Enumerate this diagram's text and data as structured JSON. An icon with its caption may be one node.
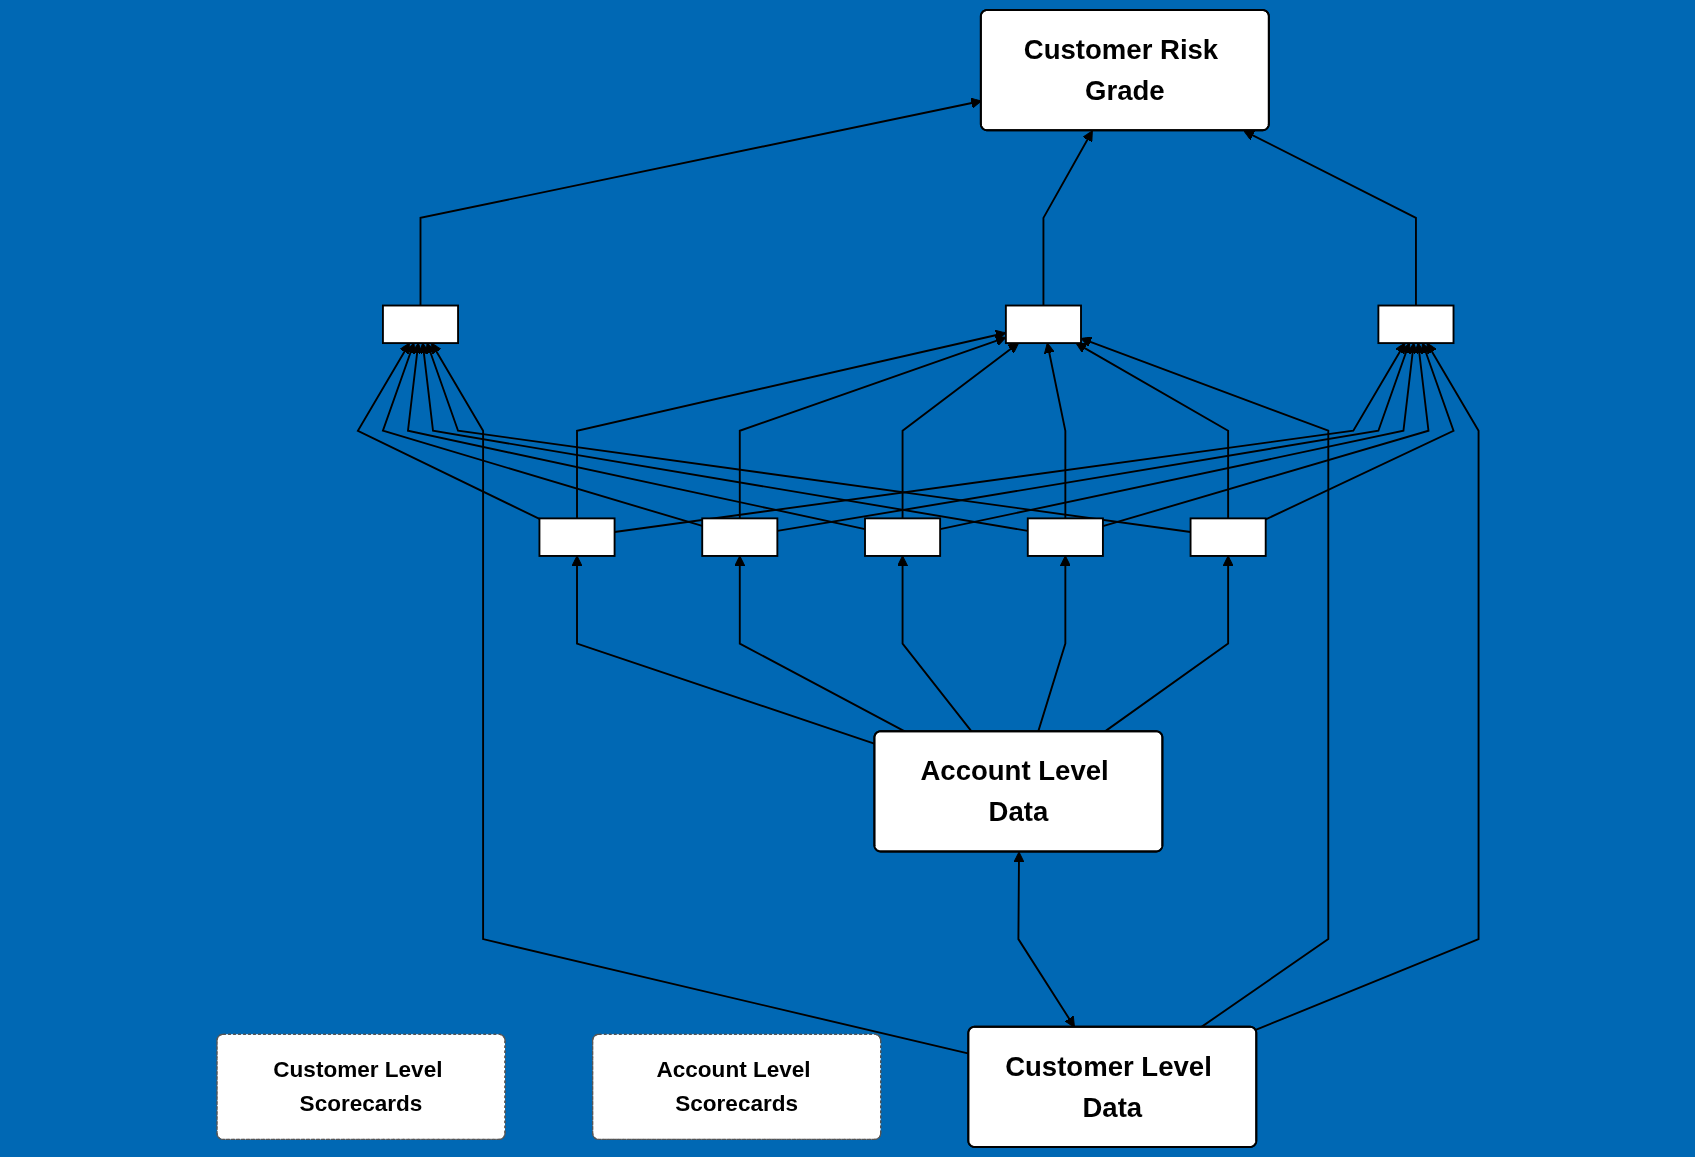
{
  "diagram": {
    "nodes": [
      {
        "text": [
          "Customer Risk Grade"
        ]
      },
      {
        "text": [],
        "shape": "box"
      },
      {
        "text": [],
        "shape": "box"
      },
      {
        "text": [],
        "shape": "box"
      },
      {
        "text": [
          "Customer Level Scorecards"
        ]
      },
      {
        "text": [],
        "shape": "box"
      },
      {
        "text": [],
        "shape": "box"
      },
      {
        "text": [],
        "shape": "box"
      },
      {
        "text": [],
        "shape": "box"
      },
      {
        "text": [],
        "shape": "box"
      },
      {
        "text": [
          "Account Level Scorecards"
        ]
      },
      {
        "text": [
          "Customer Level Data"
        ]
      },
      {
        "text": [
          "Account Level Data"
        ]
      }
    ],
    "edges": [
      {
        "from": 1,
        "to": 0,
        "arrow": "to"
      },
      {
        "from": 2,
        "to": 0,
        "arrow": "to"
      },
      {
        "from": 3,
        "to": 0,
        "arrow": "to"
      },
      {
        "from": 5,
        "to": 1,
        "arrow": "to"
      },
      {
        "from": 5,
        "to": 2,
        "arrow": "to"
      },
      {
        "from": 5,
        "to": 3,
        "arrow": "to"
      },
      {
        "from": 6,
        "to": 1,
        "arrow": "to"
      },
      {
        "from": 6,
        "to": 2,
        "arrow": "to"
      },
      {
        "from": 6,
        "to": 3,
        "arrow": "to"
      },
      {
        "from": 7,
        "to": 1,
        "arrow": "to"
      },
      {
        "from": 7,
        "to": 2,
        "arrow": "to"
      },
      {
        "from": 7,
        "to": 3,
        "arrow": "to"
      },
      {
        "from": 8,
        "to": 1,
        "arrow": "to"
      },
      {
        "from": 8,
        "to": 2,
        "arrow": "to"
      },
      {
        "from": 8,
        "to": 3,
        "arrow": "to"
      },
      {
        "from": 9,
        "to": 1,
        "arrow": "to"
      },
      {
        "from": 9,
        "to": 2,
        "arrow": "to"
      },
      {
        "from": 9,
        "to": 3,
        "arrow": "to"
      },
      {
        "from": 11,
        "to": 1,
        "arrow": "to"
      },
      {
        "from": 11,
        "to": 2,
        "arrow": "to"
      },
      {
        "from": 11,
        "to": 3,
        "arrow": "to"
      },
      {
        "from": 12,
        "to": 5,
        "arrow": "to"
      },
      {
        "from": 12,
        "to": 6,
        "arrow": "to"
      },
      {
        "from": 12,
        "to": 7,
        "arrow": "to"
      },
      {
        "from": 12,
        "to": 8,
        "arrow": "to"
      },
      {
        "from": 12,
        "to": 9,
        "arrow": "to"
      },
      {
        "from": 11,
        "to": 12,
        "arrow": "both"
      }
    ]
  }
}
